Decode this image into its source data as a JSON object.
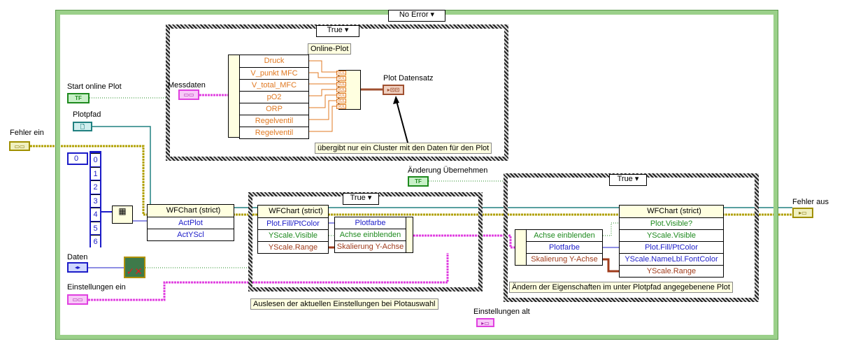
{
  "outer_case": {
    "selector": "No Error"
  },
  "online_case": {
    "selector": "True",
    "title": "Online-Plot",
    "unbundle_items": [
      "Druck",
      "V_punkt MFC",
      "V_total_MFC",
      "pO2",
      "ORP",
      "Regelventil",
      "Regelventil"
    ],
    "bundle_type": "SGL",
    "indicator_label": "Plot Datensatz",
    "comment": "übergibt nur ein Cluster mit den Daten für den Plot"
  },
  "terminals": {
    "start_online_plot": "Start online Plot",
    "plotpfad": "Plotpfad",
    "fehler_ein": "Fehler ein",
    "messdaten": "Messdaten",
    "daten": "Daten",
    "einstellungen_ein": "Einstellungen ein",
    "einstellungen_alt": "Einstellungen alt",
    "aenderung": "Änderung Übernehmen",
    "fehler_aus": "Fehler aus",
    "tf": "TF"
  },
  "array": {
    "index": "0",
    "items": [
      "0",
      "1",
      "2",
      "3",
      "4",
      "5",
      "6"
    ]
  },
  "prop_node1": {
    "title": "WFChart (strict)",
    "rows": [
      "ActPlot",
      "ActYScl"
    ]
  },
  "read_case": {
    "selector": "True",
    "prop_node": {
      "title": "WFChart (strict)",
      "rows": [
        "Plot.Fill/PtColor",
        "YScale.Visible",
        "YScale.Range"
      ]
    },
    "bundle_rows": [
      "Plotfarbe",
      "Achse einblenden",
      "Skalierung Y-Achse"
    ],
    "comment": "Auslesen der aktuellen Einstellungen bei Plotauswahl"
  },
  "write_case": {
    "selector": "True",
    "unbundle_rows": [
      "Achse einblenden",
      "Plotfarbe",
      "Skalierung Y-Achse"
    ],
    "prop_node": {
      "title": "WFChart (strict)",
      "rows": [
        "Plot.Visible?",
        "YScale.Visible",
        "Plot.Fill/PtColor",
        "YScale.NameLbl.FontColor",
        "YScale.Range"
      ]
    },
    "comment": "Ändern der Eigenschaften im unter Plotpfad angegebenene Plot"
  },
  "colors": {
    "error": "#b0a000",
    "cluster": "#e040e0",
    "refnum": "#208080",
    "boolean": "#1e8a1e",
    "numeric": "#1c1cc8",
    "sgl": "#e07820"
  }
}
